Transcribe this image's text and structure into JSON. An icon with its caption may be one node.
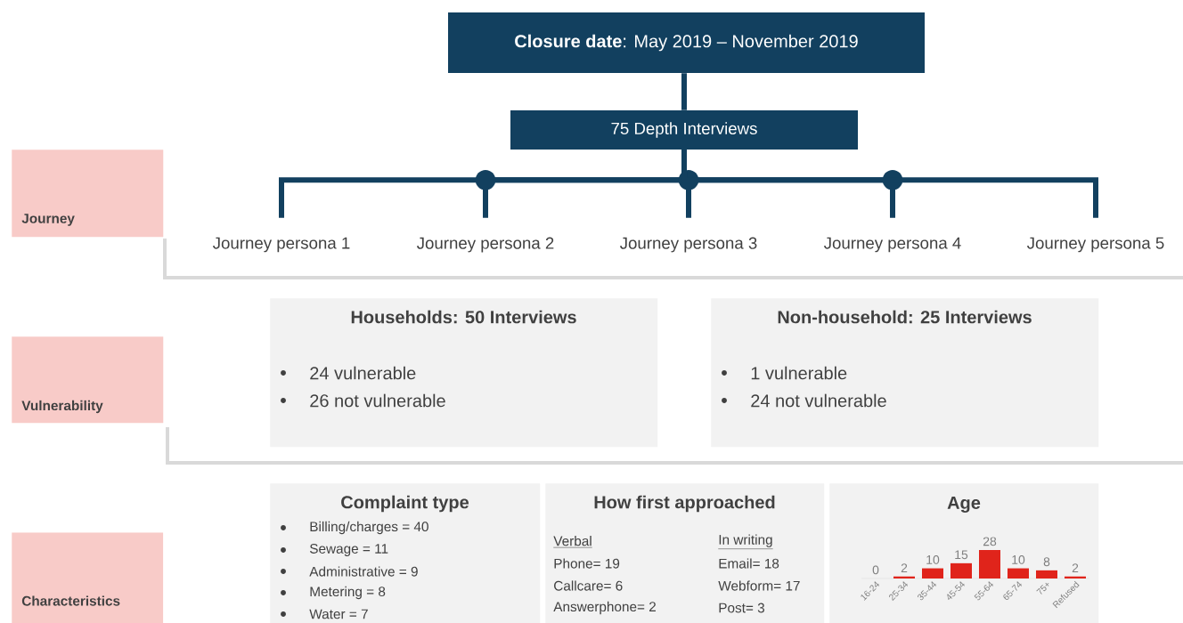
{
  "diagram": {
    "nodes": [
      {
        "text": [
          "**Closure date**: May 2019 – November 2019"
        ]
      },
      {
        "text": [
          "75 Depth Interviews"
        ]
      },
      {
        "text": [
          "Journey persona 1"
        ]
      },
      {
        "text": [
          "Journey persona 2"
        ]
      },
      {
        "text": [
          "Journey persona 3"
        ]
      },
      {
        "text": [
          "Journey persona 4"
        ]
      },
      {
        "text": [
          "Journey persona 5"
        ]
      },
      {
        "text": [
          "Households: 50 Interviews",
          "24 vulnerable",
          "26 not vulnerable"
        ]
      },
      {
        "text": [
          "Non-household: 25 Interviews",
          "1 vulnerable",
          "24 not vulnerable"
        ]
      },
      {
        "text": [
          "Complaint type",
          "Billing/charges = 40",
          "Sewage = 11",
          "Administrative = 9",
          "Metering = 8",
          "Water = 7"
        ]
      },
      {
        "text": [
          "How first approached",
          "Verbal",
          "Phone= 19",
          "Callcare= 6",
          "Answerphone= 2",
          "In writing",
          "Email= 18",
          "Webform= 17",
          "Post= 3"
        ]
      },
      {
        "text": [
          "Age"
        ]
      },
      {
        "text": [
          "Journey"
        ]
      },
      {
        "text": [
          "Vulnerability"
        ]
      },
      {
        "text": [
          "Characteristics"
        ]
      }
    ],
    "edges": [
      {
        "from": 0,
        "to": 1,
        "arrow": "none"
      },
      {
        "from": 1,
        "to": 2,
        "arrow": "none"
      },
      {
        "from": 1,
        "to": 3,
        "arrow": "none"
      },
      {
        "from": 1,
        "to": 4,
        "arrow": "none"
      },
      {
        "from": 1,
        "to": 5,
        "arrow": "none"
      },
      {
        "from": 1,
        "to": 6,
        "arrow": "none"
      }
    ],
    "chart_data": {
      "type": "bar",
      "categories": [
        "16-24",
        "25-34",
        "35-44",
        "45-54",
        "55-64",
        "65-74",
        "75+",
        "Refused"
      ],
      "series": [
        {
          "color": "#e0241b",
          "values": [
            0,
            2,
            10,
            15,
            28,
            10,
            8,
            2
          ]
        }
      ],
      "data_labels": true
    }
  }
}
